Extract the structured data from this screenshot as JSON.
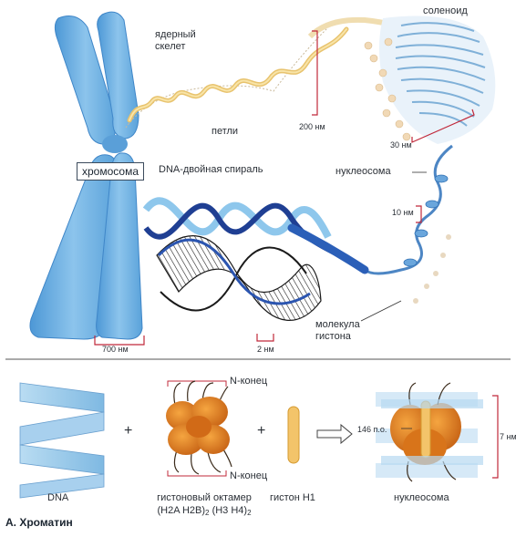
{
  "colors": {
    "chromosome": "#6aaee0",
    "helix_dark": "#1f3f93",
    "helix_light": "#8ec7ec",
    "loop_fiber": "#e8c36e",
    "histone": "#e27d1f",
    "bracket": "#c0283a"
  },
  "labels": {
    "chromosome": "хромосома",
    "nuclear_scaffold": "ядерный\nскелет",
    "loops": "петли",
    "solenoid": "соленоид",
    "dna_double_helix": "DNA-двойная спираль",
    "nucleosome_top": "нуклеосома",
    "histone_molecule": "молекула\nгистона",
    "scale_700": "700 нм",
    "scale_200": "200 нм",
    "scale_30": "30 нм",
    "scale_10": "10 нм",
    "scale_2": "2 нм",
    "dna_bottom": "DNA",
    "octamer": "гистоновый октамер",
    "octamer_formula": "(H2A H2B)",
    "octamer_formula_2": "(H3 H4)",
    "subscript_2": "2",
    "histone_h1": "гистон H1",
    "nucleosome_bottom": "нуклеосома",
    "n_end_top": "N-конец",
    "n_end_bottom": "N-конец",
    "bp_146": "146 п.о.",
    "scale_7": "7 нм",
    "plus": "+",
    "figure_caption": "A. Хроматин"
  }
}
